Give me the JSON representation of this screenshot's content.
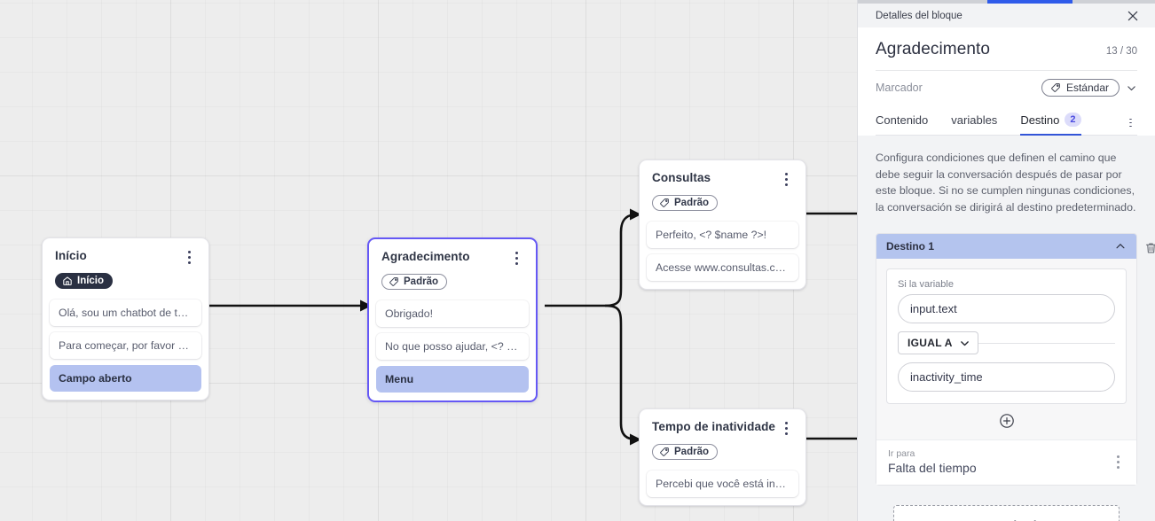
{
  "canvas": {
    "nodes": [
      {
        "id": "inicio",
        "title": "Início",
        "badge": "Início",
        "badge_icon": "home-icon",
        "badge_style": "start",
        "selected": false,
        "messages": [
          {
            "text": "Olá, sou um chatbot de teste!",
            "highlight": false
          },
          {
            "text": "Para começar, por favor digite o ...",
            "highlight": false
          },
          {
            "text": "Campo aberto",
            "highlight": true
          }
        ]
      },
      {
        "id": "agradecimento",
        "title": "Agradecimento",
        "badge": "Padrão",
        "badge_icon": "tag-icon",
        "badge_style": "default",
        "selected": true,
        "messages": [
          {
            "text": "Obrigado!",
            "highlight": false
          },
          {
            "text": "No que posso ajudar, <? $name ...",
            "highlight": false
          },
          {
            "text": "Menu",
            "highlight": true
          }
        ]
      },
      {
        "id": "consultas",
        "title": "Consultas",
        "badge": "Padrão",
        "badge_icon": "tag-icon",
        "badge_style": "default",
        "selected": false,
        "messages": [
          {
            "text": "Perfeito, <? $name ?>!",
            "highlight": false
          },
          {
            "text": "Acesse www.consultas.com par...",
            "highlight": false
          }
        ]
      },
      {
        "id": "inatividade",
        "title": "Tempo de inatividade",
        "badge": "Padrão",
        "badge_icon": "tag-icon",
        "badge_style": "default",
        "selected": false,
        "messages": [
          {
            "text": "Percebi que você está inativo. C...",
            "highlight": false
          }
        ]
      }
    ]
  },
  "panel": {
    "header_title": "Detalles del bloque",
    "close_icon": "close-icon",
    "block_title": "Agradecimento",
    "char_count": "13 / 30",
    "marker_label": "Marcador",
    "marker_value": "Estándar",
    "tabs": [
      {
        "label": "Contenido",
        "badge": "",
        "active": false
      },
      {
        "label": "variables",
        "badge": "",
        "active": false
      },
      {
        "label": "Destino",
        "badge": "2",
        "active": true
      }
    ],
    "description": "Configura condiciones que definen el camino que debe seguir la conversación después de pasar por este bloque. Si no se cumplen ningunas condiciones, la conversación se dirigirá al destino predeterminado.",
    "destination": {
      "header": "Destino 1",
      "collapse_icon": "chevron-up-icon",
      "delete_icon": "trash-icon",
      "condition_label": "Si la variable",
      "variable_value": "input.text",
      "operator": "IGUAL A",
      "comparison_value": "inactivity_time",
      "add_condition_icon": "plus-circle-icon",
      "goto_label": "Ir para",
      "goto_value": "Falta del tiempo"
    },
    "add_destination_label": "Agregar destino"
  },
  "colors": {
    "accent": "#3355d8",
    "selected_border": "#6558f5",
    "highlight": "#b4c2f0",
    "dest_header": "#b4c4ee",
    "badge_bg": "#dcdcfa",
    "badge_text": "#4a4ae0"
  }
}
